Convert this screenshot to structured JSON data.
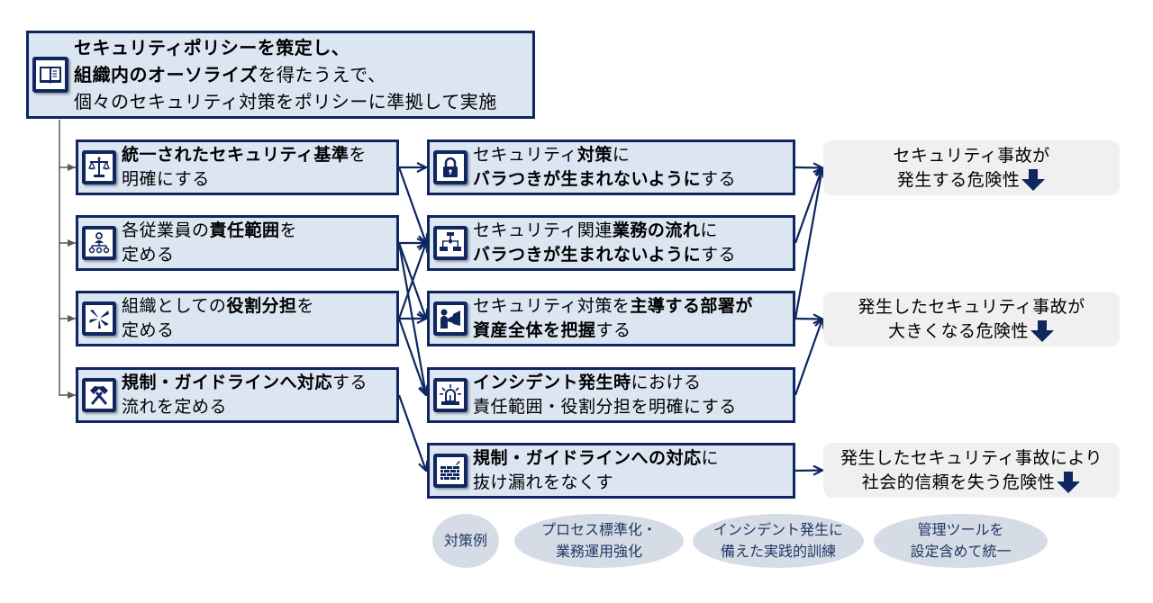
{
  "policy": {
    "icon": "book-icon",
    "lines": [
      [
        {
          "t": "セキュリティポリシーを策定し、",
          "b": true
        }
      ],
      [
        {
          "t": "組織内のオーソライズ",
          "b": true
        },
        {
          "t": "を得たうえで、",
          "b": false
        }
      ],
      [
        {
          "t": "個々のセキュリティ対策をポリシーに準拠して実施",
          "b": false
        }
      ]
    ]
  },
  "principles": [
    {
      "id": "p1",
      "icon": "scales-icon",
      "lines": [
        [
          {
            "t": "統一されたセキュリティ基準",
            "b": true
          },
          {
            "t": "を",
            "b": false
          }
        ],
        [
          {
            "t": "明確にする",
            "b": false
          }
        ]
      ]
    },
    {
      "id": "p2",
      "icon": "org-chart-icon",
      "lines": [
        [
          {
            "t": "各従業員の",
            "b": false
          },
          {
            "t": "責任範囲",
            "b": true
          },
          {
            "t": "を",
            "b": false
          }
        ],
        [
          {
            "t": "定める",
            "b": false
          }
        ]
      ]
    },
    {
      "id": "p3",
      "icon": "teamwork-hands-icon",
      "lines": [
        [
          {
            "t": "組織としての",
            "b": false
          },
          {
            "t": "役割分担",
            "b": true
          },
          {
            "t": "を",
            "b": false
          }
        ],
        [
          {
            "t": "定める",
            "b": false
          }
        ]
      ]
    },
    {
      "id": "p4",
      "icon": "hammers-icon",
      "lines": [
        [
          {
            "t": "規制・ガイドラインへ対応",
            "b": true
          },
          {
            "t": "する",
            "b": false
          }
        ],
        [
          {
            "t": "流れを定める",
            "b": false
          }
        ]
      ]
    }
  ],
  "measures": [
    {
      "id": "m1",
      "icon": "padlock-icon",
      "lines": [
        [
          {
            "t": "セキュリティ",
            "b": false
          },
          {
            "t": "対策",
            "b": true
          },
          {
            "t": "に",
            "b": false
          }
        ],
        [
          {
            "t": "バラつきが生まれないように",
            "b": true
          },
          {
            "t": "する",
            "b": false
          }
        ]
      ]
    },
    {
      "id": "m2",
      "icon": "flowchart-icon",
      "lines": [
        [
          {
            "t": "セキュリティ関連",
            "b": false
          },
          {
            "t": "業務の流れ",
            "b": true
          },
          {
            "t": "に",
            "b": false
          }
        ],
        [
          {
            "t": "バラつきが生まれないように",
            "b": true
          },
          {
            "t": "する",
            "b": false
          }
        ]
      ]
    },
    {
      "id": "m3",
      "icon": "megaphone-person-icon",
      "lines": [
        [
          {
            "t": "セキュリティ対策を",
            "b": false
          },
          {
            "t": "主導する部署が",
            "b": true
          }
        ],
        [
          {
            "t": "資産全体を把握",
            "b": true
          },
          {
            "t": "する",
            "b": false
          }
        ]
      ]
    },
    {
      "id": "m4",
      "icon": "alarm-light-icon",
      "lines": [
        [
          {
            "t": "インシデント発生時",
            "b": true
          },
          {
            "t": "における",
            "b": false
          }
        ],
        [
          {
            "t": "責任範囲・役割分担を明確にする",
            "b": false
          }
        ]
      ]
    },
    {
      "id": "m5",
      "icon": "firewall-icon",
      "lines": [
        [
          {
            "t": "規制・ガイドラインへの対応",
            "b": true
          },
          {
            "t": "に",
            "b": false
          }
        ],
        [
          {
            "t": "抜け漏れをなくす",
            "b": false
          }
        ]
      ]
    }
  ],
  "risks": [
    {
      "id": "r1",
      "line1": "セキュリティ事故が",
      "line2": "発生する危険性",
      "trend": "down"
    },
    {
      "id": "r2",
      "line1": "発生したセキュリティ事故が",
      "line2": "大きくなる危険性",
      "trend": "down"
    },
    {
      "id": "r3",
      "line1": "発生したセキュリティ事故により",
      "line2": "社会的信頼を失う危険性",
      "trend": "down"
    }
  ],
  "examples": {
    "label": "対策例",
    "items": [
      {
        "line1": "プロセス標準化・",
        "line2": "業務運用強化"
      },
      {
        "line1": "インシデント発生に",
        "line2": "備えた実践的訓練"
      },
      {
        "line1": "管理ツールを",
        "line2": "設定含めて統一"
      }
    ]
  },
  "links": {
    "principle_to_measure": [
      [
        "p1",
        "m1"
      ],
      [
        "p1",
        "m2"
      ],
      [
        "p2",
        "m2"
      ],
      [
        "p2",
        "m3"
      ],
      [
        "p2",
        "m4"
      ],
      [
        "p3",
        "m2"
      ],
      [
        "p3",
        "m3"
      ],
      [
        "p3",
        "m4"
      ],
      [
        "p4",
        "m5"
      ]
    ],
    "measure_to_risk": [
      [
        "m1",
        "r1"
      ],
      [
        "m2",
        "r1"
      ],
      [
        "m3",
        "r1"
      ],
      [
        "m3",
        "r2"
      ],
      [
        "m4",
        "r2"
      ],
      [
        "m5",
        "r3"
      ]
    ]
  },
  "colors": {
    "navy": "#0F2660",
    "box_fill": "#DCE6F2",
    "risk_fill": "#F0F0F0",
    "oval_fill": "#D6DCE6",
    "tree_line": "#595959"
  }
}
